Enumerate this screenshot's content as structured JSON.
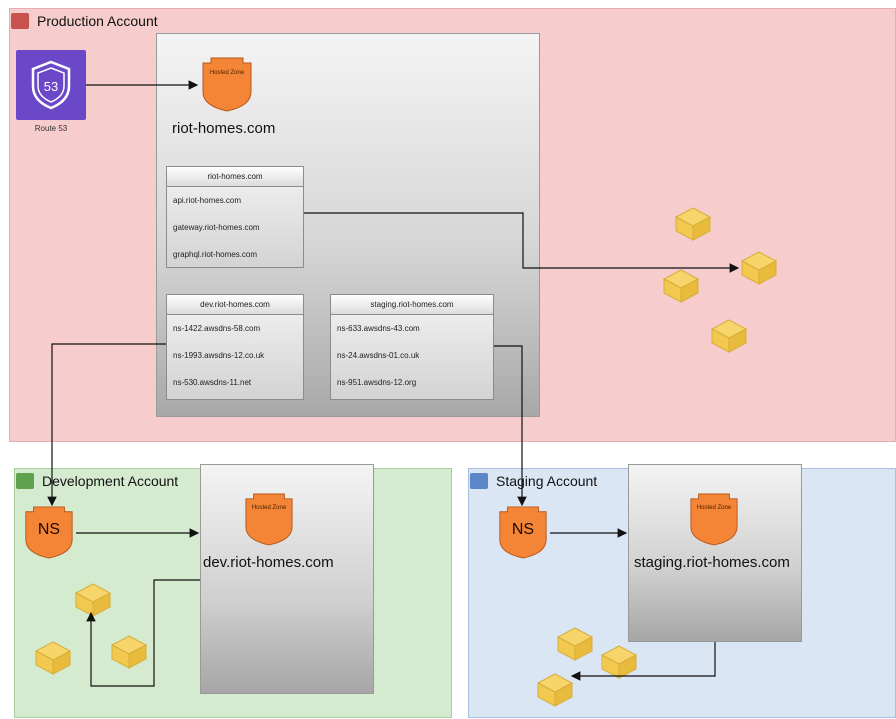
{
  "production": {
    "title": "Production Account",
    "route53_label": "Route 53",
    "hosted_zone_label": "Hosted Zone",
    "zone_name": "riot-homes.com",
    "records": {
      "header": "riot-homes.com",
      "rows": [
        "api.riot-homes.com",
        "gateway.riot-homes.com",
        "graphql.riot-homes.com"
      ]
    },
    "dev_ns": {
      "header": "dev.riot-homes.com",
      "rows": [
        "ns-1422.awsdns-58.com",
        "ns-1993.awsdns-12.co.uk",
        "ns-530.awsdns-11.net"
      ]
    },
    "staging_ns": {
      "header": "staging.riot-homes.com",
      "rows": [
        "ns-633.awsdns-43.com",
        "ns-24.awsdns-01.co.uk",
        "ns-951.awsdns-12.org"
      ]
    }
  },
  "development": {
    "title": "Development Account",
    "ns_label": "NS",
    "hosted_zone_label": "Hosted Zone",
    "zone_name": "dev.riot-homes.com"
  },
  "staging": {
    "title": "Staging Account",
    "ns_label": "NS",
    "hosted_zone_label": "Hosted Zone",
    "zone_name": "staging.riot-homes.com"
  },
  "colors": {
    "production_bg": "#f6cccc",
    "development_bg": "#d5ebd0",
    "staging_bg": "#dbe6f5",
    "shield_orange": "#f58536",
    "route53_purple": "#6a48c8",
    "resource_yellow": "#f7d56a"
  },
  "icons": {
    "route53": "route53-shield-icon",
    "hosted_zone": "hosted-zone-shield-icon",
    "ns_record": "ns-shield-icon",
    "resource": "resource-cube-icon"
  }
}
